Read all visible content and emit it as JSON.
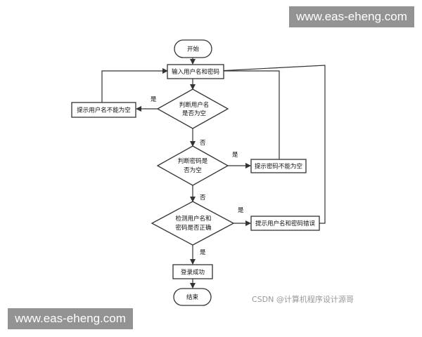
{
  "watermark": "www.eas-eheng.com",
  "csdn_credit": "CSDN @计算机程序设计源哥",
  "nodes": {
    "start": "开始",
    "input": "输入用户名和密码",
    "check_user": [
      "判断用户名",
      "是否为空"
    ],
    "hint_user": "提示用户名不能为空",
    "check_pwd": [
      "判断密码是",
      "否为空"
    ],
    "hint_pwd": "提示密码不能为空",
    "check_both": [
      "检测用户名和",
      "密码是否正确"
    ],
    "hint_both": "提示用户名和密码错误",
    "success": "登录成功",
    "end": "结束"
  },
  "edge_labels": {
    "yes": "是",
    "no": "否"
  }
}
